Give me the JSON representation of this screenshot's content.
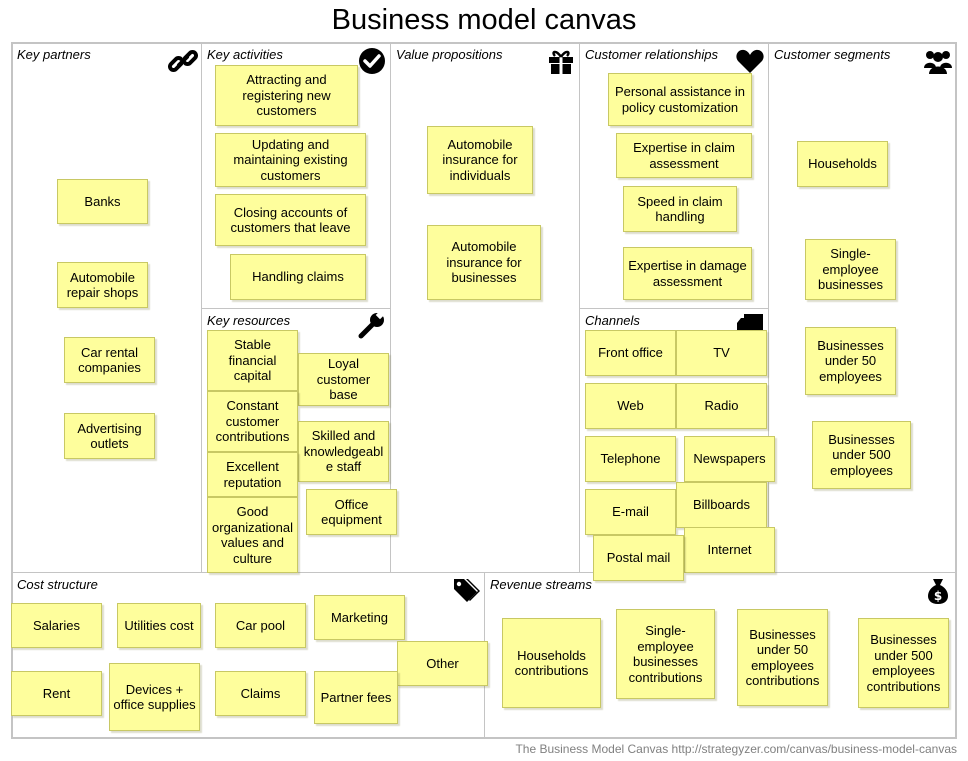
{
  "title": "Business model canvas",
  "footer": "The Business Model Canvas http://strategyzer.com/canvas/business-model-canvas",
  "colors": {
    "note_fill": "#fefe9c",
    "border": "#c4c4c4"
  },
  "blocks": {
    "key_partners": {
      "label": "Key partners",
      "icon": "link-icon",
      "notes": [
        "Banks",
        "Automobile repair shops",
        "Car rental companies",
        "Advertising outlets"
      ]
    },
    "key_activities": {
      "label": "Key activities",
      "icon": "checkmark-circle-icon",
      "notes": [
        "Attracting and registering new customers",
        "Updating and maintaining existing customers",
        "Closing accounts of customers that leave",
        "Handling claims"
      ]
    },
    "key_resources": {
      "label": "Key resources",
      "icon": "wrench-icon",
      "notes": [
        "Stable financial capital",
        "Loyal customer base",
        "Constant customer contributions",
        "Skilled and knowledgeable staff",
        "Excellent reputation",
        "Office equipment",
        "Good organizational values and culture"
      ]
    },
    "value_propositions": {
      "label": "Value propositions",
      "icon": "gift-icon",
      "notes": [
        "Automobile insurance for individuals",
        "Automobile insurance for businesses"
      ]
    },
    "customer_relationships": {
      "label": "Customer relationships",
      "icon": "heart-icon",
      "notes": [
        "Personal assistance in policy customization",
        "Expertise in claim assessment",
        "Speed in claim handling",
        "Expertise in damage assessment"
      ]
    },
    "channels": {
      "label": "Channels",
      "icon": "truck-icon",
      "notes": [
        "Front office",
        "TV",
        "Web",
        "Radio",
        "Telephone",
        "Newspapers",
        "E-mail",
        "Billboards",
        "Internet",
        "Postal mail"
      ]
    },
    "customer_segments": {
      "label": "Customer segments",
      "icon": "people-icon",
      "notes": [
        "Households",
        "Single-employee businesses",
        "Businesses under 50 employees",
        "Businesses under 500 employees"
      ]
    },
    "cost_structure": {
      "label": "Cost structure",
      "icon": "tags-icon",
      "notes": [
        "Salaries",
        "Utilities cost",
        "Car pool",
        "Marketing",
        "Other",
        "Rent",
        "Devices + office supplies",
        "Claims",
        "Partner fees"
      ]
    },
    "revenue_streams": {
      "label": "Revenue streams",
      "icon": "money-bag-icon",
      "notes": [
        "Households contributions",
        "Single-employee businesses contributions",
        "Businesses under 50 employees contributions",
        "Businesses under 500 employees contributions"
      ]
    }
  }
}
